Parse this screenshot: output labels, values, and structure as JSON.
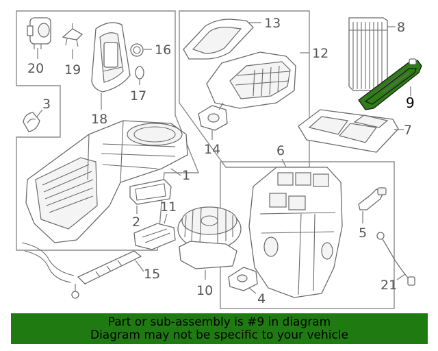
{
  "labels": {
    "p1": "1",
    "p2": "2",
    "p3": "3",
    "p4": "4",
    "p5": "5",
    "p6": "6",
    "p7": "7",
    "p8": "8",
    "p9": "9",
    "p10": "10",
    "p11": "11",
    "p12": "12",
    "p13": "13",
    "p14": "14",
    "p15": "15",
    "p16": "16",
    "p17": "17",
    "p18": "18",
    "p19": "19",
    "p20": "20",
    "p21": "21"
  },
  "highlight_part": "9",
  "highlight_color": "#2f7d17",
  "banner": {
    "line1": "Part or sub-assembly is #9 in diagram",
    "line2": "Diagram may not be specific to your vehicle",
    "background": "#1f7a12"
  }
}
